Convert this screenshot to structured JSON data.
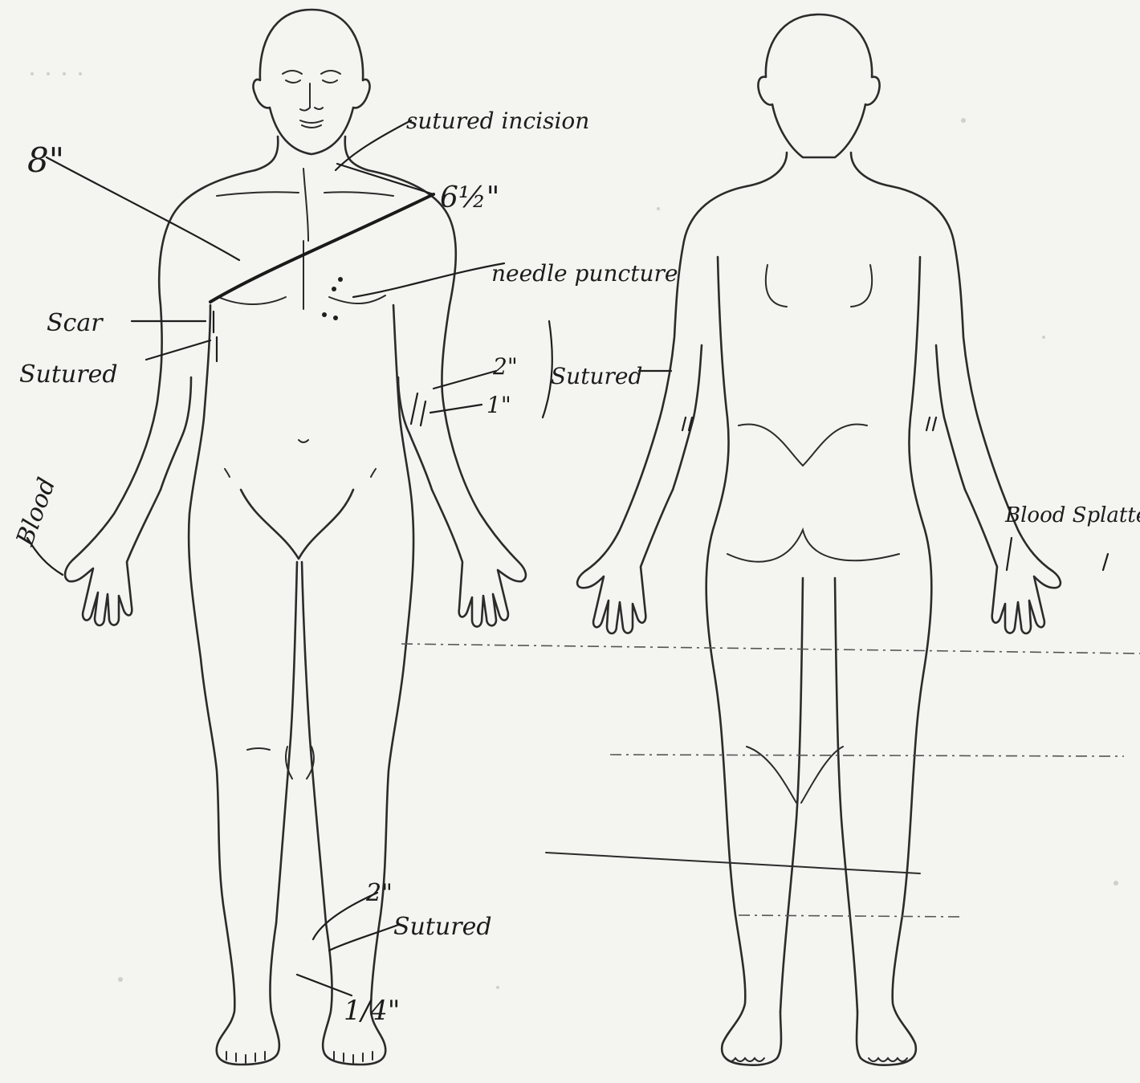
{
  "annotations": {
    "eight_inch": "8\"",
    "sutured_incision": "sutured incision",
    "six_half_inch": "6½\"",
    "needle_puncture": "needle puncture",
    "scar": "Scar",
    "sutured_left": "Sutured",
    "two_inch_arm": "2\"",
    "one_inch_arm": "1\"",
    "sutured_arm": "Sutured",
    "blood": "Blood",
    "blood_splatter": "Blood Splatter",
    "two_inch_leg": "2\"",
    "sutured_leg": "Sutured",
    "quarter_inch": "1/4\""
  },
  "colors": {
    "paper": "#f4f4f1",
    "ink": "#1e1e1e"
  }
}
